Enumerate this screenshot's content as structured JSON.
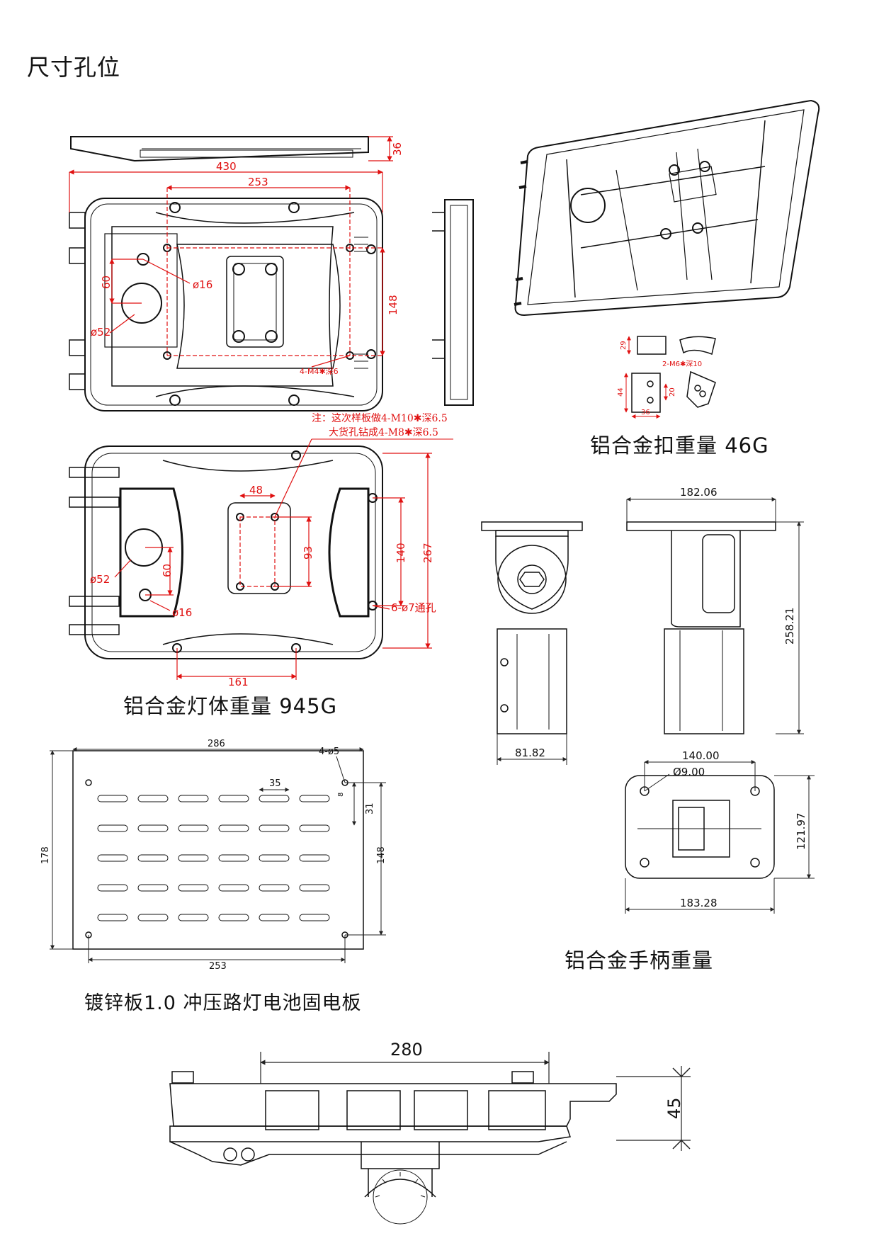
{
  "page_title": "尺寸孔位",
  "captions": {
    "lamp_body": "铝合金灯体重量 945G",
    "clip": "铝合金扣重量 46G",
    "handle": "铝合金手柄重量",
    "plate": "镀锌板1.0 冲压路灯电池固电板"
  },
  "notes": {
    "line1": "注：这次样板做4-M10✱深6.5",
    "line2": "大货孔钻成4-M8✱深6.5"
  },
  "top_view_dims": {
    "height": "36",
    "width": "430",
    "hole_span": "253",
    "d16": "ø16",
    "d52": "ø52",
    "v60": "60",
    "v148": "148",
    "m4": "4-M4✱深6"
  },
  "bottom_view_dims": {
    "w48": "48",
    "v93": "93",
    "v140": "140",
    "v267": "267",
    "v60": "60",
    "d52": "ø52",
    "d16": "ø16",
    "holes": "6-ø7通孔",
    "w161": "161"
  },
  "clip_dims": {
    "h29": "29",
    "h44": "44",
    "w36": "36",
    "m6": "2-M6✱深10",
    "h20": "20"
  },
  "handle_dims": {
    "w18206": "182.06",
    "h25821": "258.21",
    "w8182": "81.82",
    "w14000": "140.00",
    "d900": "Ø9.00",
    "h12197": "121.97",
    "w18328": "183.28"
  },
  "plate_dims": {
    "w286": "286",
    "holes": "4-ø5",
    "w35": "35",
    "h178": "178",
    "h148": "148",
    "v31": "31",
    "v8": "8",
    "w253": "253"
  },
  "side_dims": {
    "w280": "280",
    "h45": "45"
  },
  "colors": {
    "dimension": "#e01010",
    "line": "#111111",
    "thin": "#555555"
  }
}
